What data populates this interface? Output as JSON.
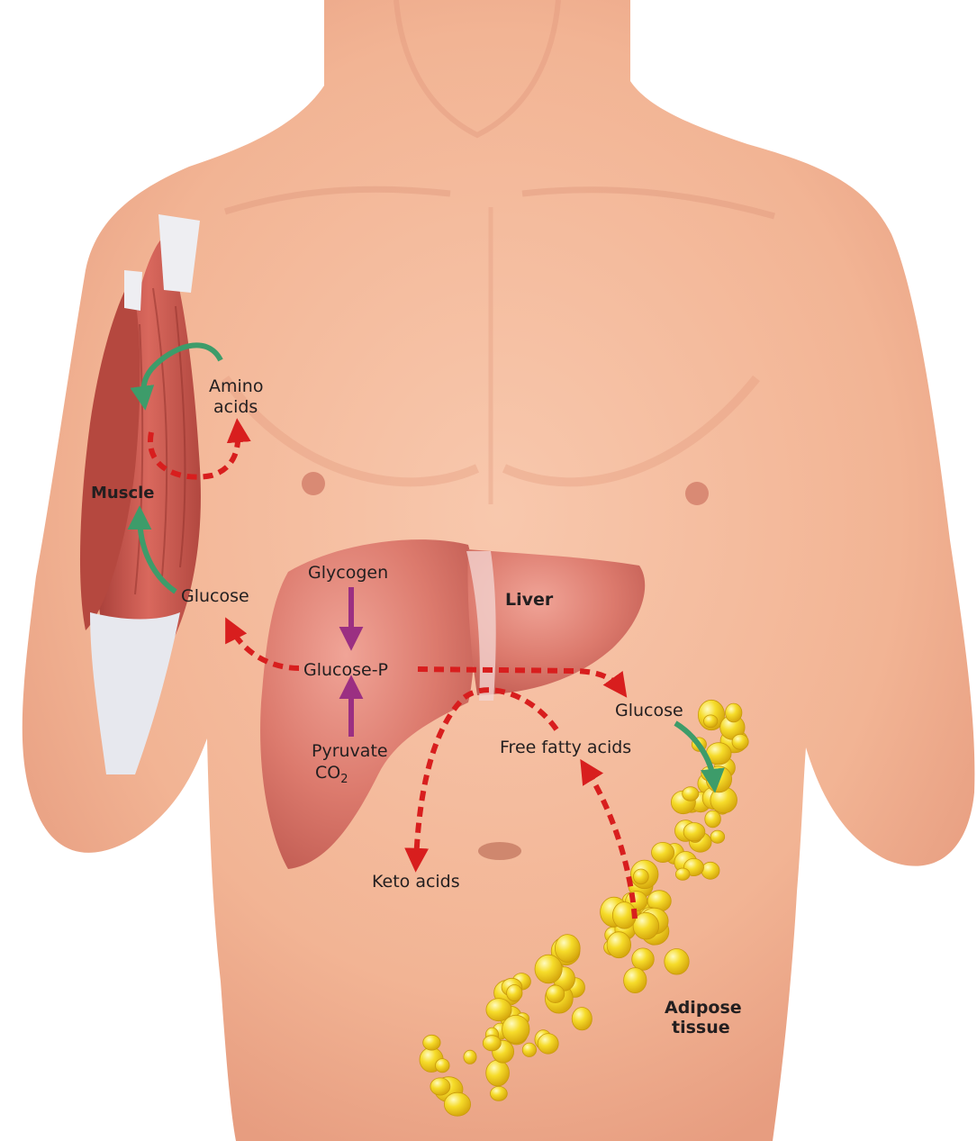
{
  "labels": {
    "muscle": "Muscle",
    "amino_acids_line1": "Amino",
    "amino_acids_line2": "acids",
    "glucose_muscle": "Glucose",
    "glycogen": "Glycogen",
    "glucose_p": "Glucose-P",
    "pyruvate": "Pyruvate",
    "co2_base": "CO",
    "co2_sub": "2",
    "liver": "Liver",
    "glucose_adipose": "Glucose",
    "free_fatty_acids": "Free fatty acids",
    "keto_acids": "Keto acids",
    "adipose_line1": "Adipose",
    "adipose_line2": "tissue"
  },
  "colors": {
    "background": "#ffffff",
    "skin": "#f4b89a",
    "skin_shadow": "#e49a7c",
    "muscle": "#c9574e",
    "tendon": "#eeeef2",
    "liver": "#d9766a",
    "liver_light": "#ec9a8c",
    "fat": "#f2d21e",
    "fat_highlight": "#fff7a0",
    "red_dashed_arrow": "#d81e1e",
    "green_arrow": "#3d9c6a",
    "purple_arrow": "#9b2f82",
    "label_text": "#231f20"
  }
}
